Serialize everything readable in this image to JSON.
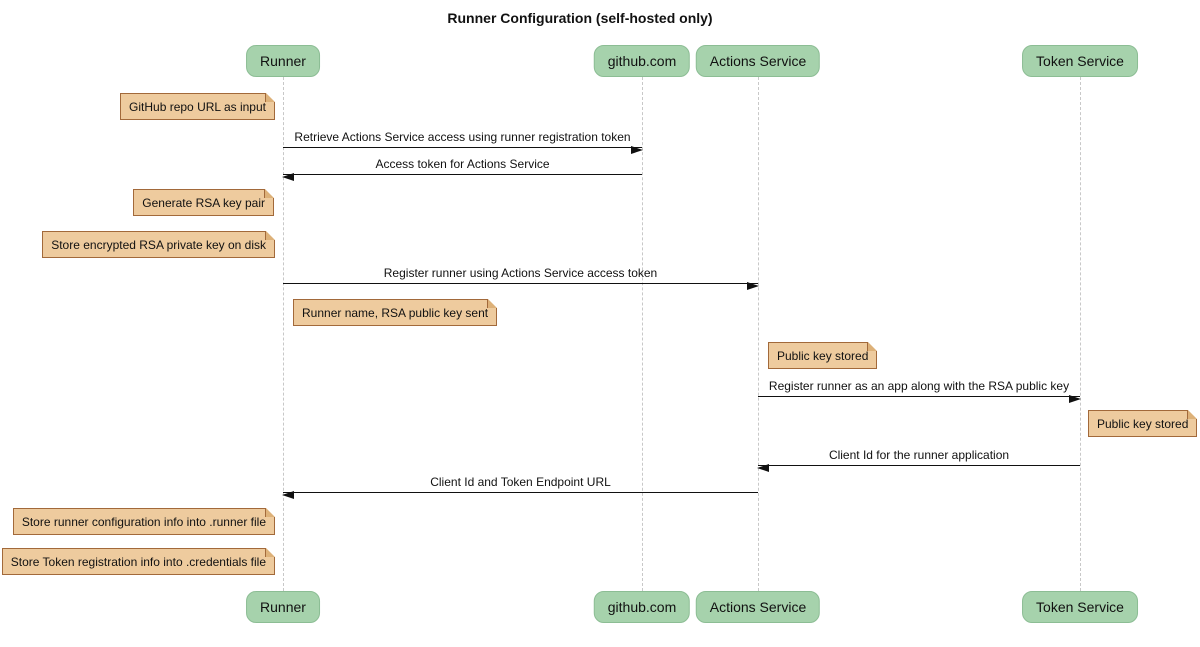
{
  "title": "Runner Configuration (self-hosted only)",
  "participants": [
    {
      "name": "Runner"
    },
    {
      "name": "github.com"
    },
    {
      "name": "Actions Service"
    },
    {
      "name": "Token Service"
    }
  ],
  "messages": [
    {
      "text": "Retrieve Actions Service access using runner registration token",
      "from": "Runner",
      "to": "github.com"
    },
    {
      "text": "Access token for Actions Service",
      "from": "github.com",
      "to": "Runner"
    },
    {
      "text": "Register runner using Actions Service access token",
      "from": "Runner",
      "to": "Actions Service"
    },
    {
      "text": "Register runner as an app along with the RSA public key",
      "from": "Actions Service",
      "to": "Token Service"
    },
    {
      "text": "Client Id for the runner application",
      "from": "Token Service",
      "to": "Actions Service"
    },
    {
      "text": "Client Id and Token Endpoint URL",
      "from": "Actions Service",
      "to": "Runner"
    }
  ],
  "notes": [
    {
      "text": "GitHub repo URL as input",
      "anchor": "Runner",
      "side": "left"
    },
    {
      "text": "Generate RSA key pair",
      "anchor": "Runner",
      "side": "left"
    },
    {
      "text": "Store encrypted RSA private key on disk",
      "anchor": "Runner",
      "side": "left"
    },
    {
      "text": "Runner name, RSA public key sent",
      "anchor": "Runner",
      "side": "right"
    },
    {
      "text": "Public key stored",
      "anchor": "Actions Service",
      "side": "right"
    },
    {
      "text": "Public key stored",
      "anchor": "Token Service",
      "side": "right"
    },
    {
      "text": "Store runner configuration info into .runner file",
      "anchor": "Runner",
      "side": "left"
    },
    {
      "text": "Store Token registration info into .credentials file",
      "anchor": "Runner",
      "side": "left"
    }
  ],
  "colors": {
    "participant_fill": "#a6d2ac",
    "participant_border": "#8cbd94",
    "note_fill": "#eecb9e",
    "note_border": "#a2693a",
    "lifeline": "#c8c8c8",
    "arrow": "#111111",
    "background": "#ffffff"
  }
}
